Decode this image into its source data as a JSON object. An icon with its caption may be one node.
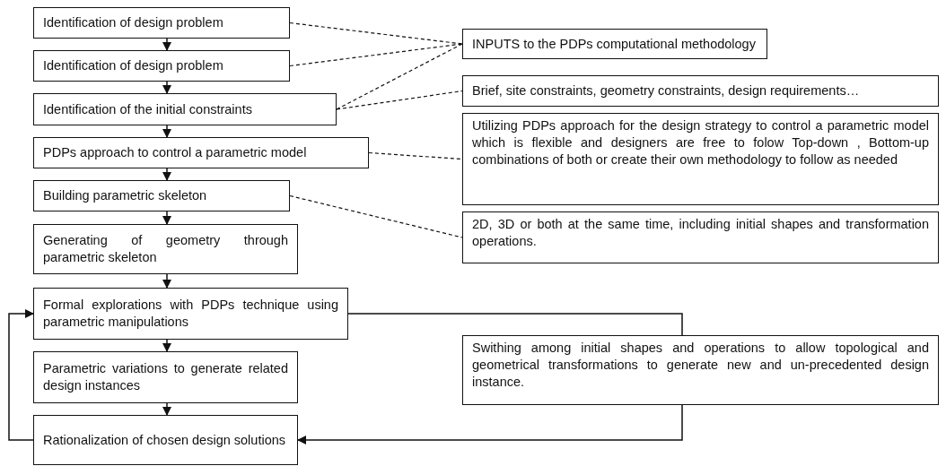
{
  "diagram": {
    "nodes": [
      {
        "text": [
          "Identification of design problem"
        ]
      },
      {
        "text": [
          "Identification of design problem"
        ]
      },
      {
        "text": [
          "Identification of the initial constraints"
        ]
      },
      {
        "text": [
          "PDPs approach to control a parametric model"
        ]
      },
      {
        "text": [
          "Building parametric skeleton"
        ]
      },
      {
        "text": [
          "Generating of geometry through parametric skeleton"
        ]
      },
      {
        "text": [
          "Formal explorations with PDPs technique using parametric manipulations"
        ]
      },
      {
        "text": [
          "Parametric variations to generate related design instances"
        ]
      },
      {
        "text": [
          "Rationalization of chosen design solutions"
        ]
      },
      {
        "text": [
          "INPUTS to the PDPs computational methodology"
        ]
      },
      {
        "text": [
          "Brief, site constraints, geometry constraints, design requirements…"
        ]
      },
      {
        "text": [
          "Utilizing PDPs approach for the design strategy to control a parametric model which is flexible and designers are free to folow Top-down , Bottom-up combinations of both or create their own methodology to follow as needed"
        ]
      },
      {
        "text": [
          "2D, 3D or both at the same time, including initial shapes and transformation operations."
        ]
      },
      {
        "text": [
          "Swithing among initial shapes and operations to allow topological and geometrical transformations to generate new and un-precedented design instance."
        ]
      }
    ],
    "edges": [
      {
        "from": 0,
        "to": 1,
        "arrow": "to"
      },
      {
        "from": 1,
        "to": 2,
        "arrow": "to"
      },
      {
        "from": 2,
        "to": 3,
        "arrow": "to"
      },
      {
        "from": 3,
        "to": 4,
        "arrow": "to"
      },
      {
        "from": 4,
        "to": 5,
        "arrow": "to"
      },
      {
        "from": 5,
        "to": 6,
        "arrow": "to"
      },
      {
        "from": 6,
        "to": 7,
        "arrow": "to"
      },
      {
        "from": 7,
        "to": 8,
        "arrow": "to"
      },
      {
        "from": 8,
        "to": 6,
        "arrow": "to"
      },
      {
        "from": 6,
        "to": 13,
        "arrow": "none"
      },
      {
        "from": 13,
        "to": 8,
        "arrow": "to"
      },
      {
        "from": 0,
        "to": 9,
        "arrow": "none",
        "style": "dashed"
      },
      {
        "from": 1,
        "to": 9,
        "arrow": "none",
        "style": "dashed"
      },
      {
        "from": 2,
        "to": 9,
        "arrow": "none",
        "style": "dashed"
      },
      {
        "from": 2,
        "to": 10,
        "arrow": "none",
        "style": "dashed"
      },
      {
        "from": 3,
        "to": 11,
        "arrow": "none",
        "style": "dashed"
      },
      {
        "from": 4,
        "to": 12,
        "arrow": "none",
        "style": "dashed"
      }
    ]
  }
}
